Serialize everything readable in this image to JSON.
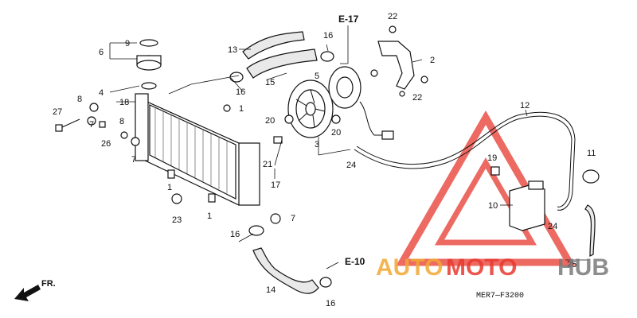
{
  "callouts": {
    "c1a": "1",
    "c1b": "1",
    "c1c": "1",
    "c2": "2",
    "c3": "3",
    "c4": "4",
    "c5": "5",
    "c6": "6",
    "c7a": "7",
    "c7b": "7",
    "c7c": "7",
    "c8a": "8",
    "c8b": "8",
    "c9": "9",
    "c10": "10",
    "c11": "11",
    "c12": "12",
    "c13": "13",
    "c14": "14",
    "c15": "15",
    "c16a": "16",
    "c16b": "16",
    "c16c": "16",
    "c16d": "16",
    "c17": "17",
    "c18": "18",
    "c19": "19",
    "c20a": "20",
    "c20b": "20",
    "c21": "21",
    "c22a": "22",
    "c22b": "22",
    "c23": "23",
    "c24a": "24",
    "c24b": "24",
    "c25": "25",
    "c26": "26",
    "c27": "27"
  },
  "refs": {
    "e17": "E-17",
    "e10": "E-10"
  },
  "direction_label": "FR.",
  "figure_code": "MER7—F3200",
  "watermark": {
    "part1": "AUTO",
    "part2": "MOTO",
    "part3": "HUB",
    "color_orange": "#f2a833",
    "color_red": "#e8392f",
    "color_gray": "#7a7a7a"
  }
}
